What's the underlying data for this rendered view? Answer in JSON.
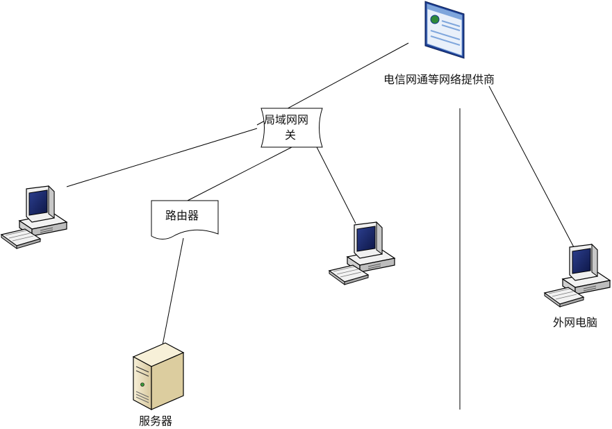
{
  "labels": {
    "isp": "电信网通等网络提供商",
    "gateway_line1": "局域网网",
    "gateway_line2": "关",
    "router": "路由器",
    "server": "服务器",
    "external_pc": "外网电脑"
  },
  "colors": {
    "line": "#000000",
    "monitor_body": "#ececec",
    "screen": "#1a2a6b",
    "server_body": "#efe4c4",
    "browser_frame": "#1d3f93",
    "browser_header": "#7fa6dc"
  }
}
